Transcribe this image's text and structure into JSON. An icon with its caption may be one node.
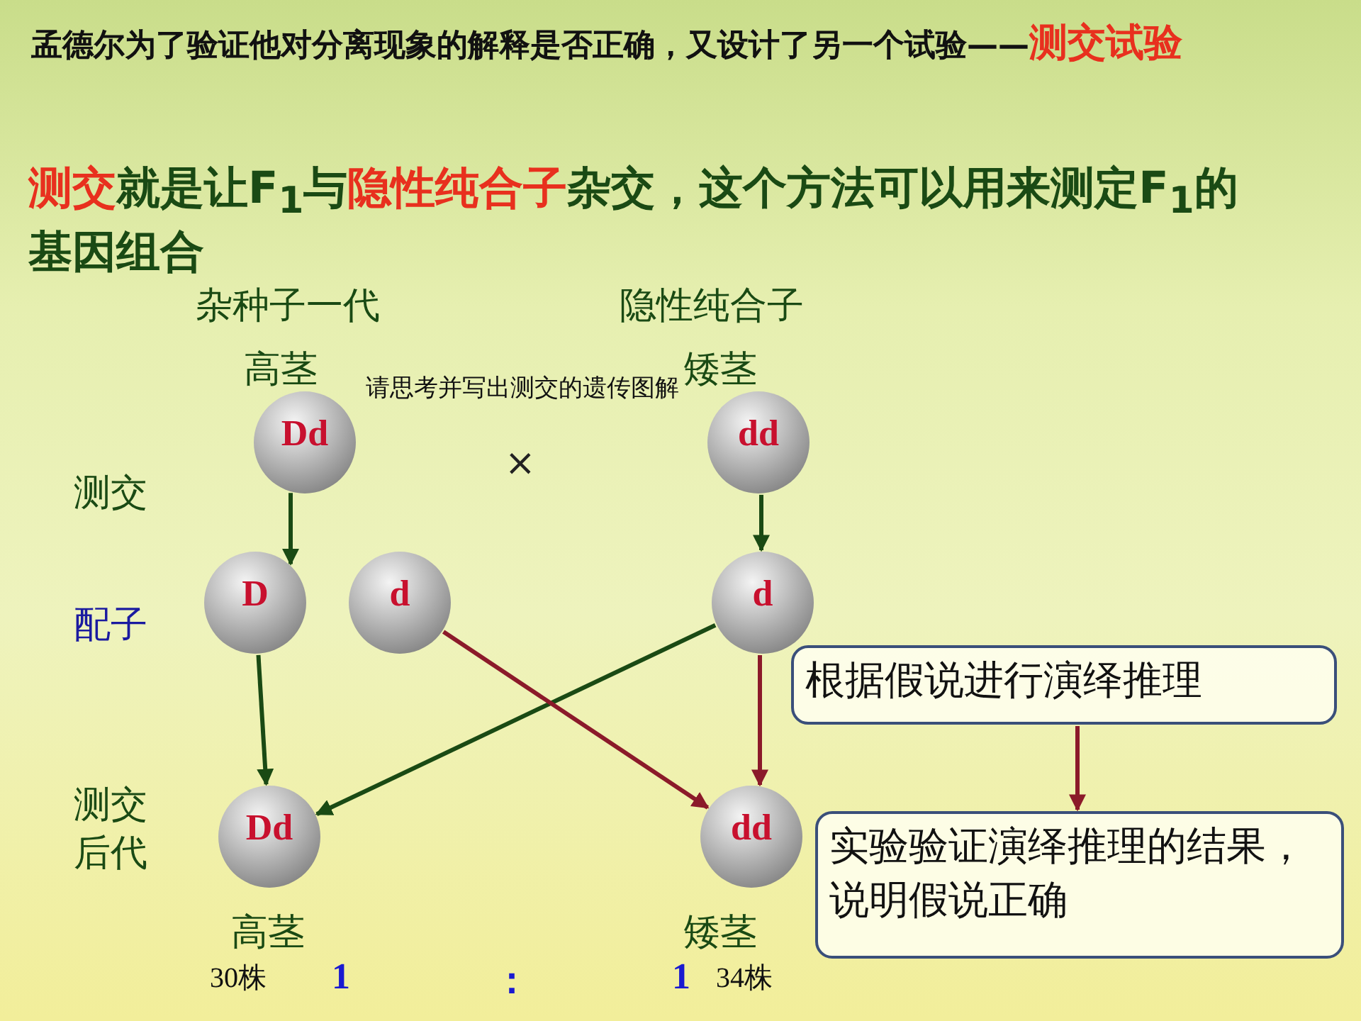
{
  "diagram": {
    "nodes": [
      {
        "text": [
          "Dd"
        ],
        "beside": [
          "杂种子一代",
          "高茎"
        ]
      },
      {
        "text": [
          "dd"
        ],
        "beside": [
          "隐性纯合子",
          "矮茎"
        ]
      },
      {
        "text": [
          "D"
        ]
      },
      {
        "text": [
          "d"
        ]
      },
      {
        "text": [
          "d"
        ]
      },
      {
        "text": [
          "Dd"
        ],
        "beside": [
          "高茎"
        ]
      },
      {
        "text": [
          "dd"
        ],
        "beside": [
          "矮茎"
        ]
      },
      {
        "text": [
          "根据假说进行演绎推理"
        ]
      },
      {
        "text": [
          "实验验证演绎推理的结果，说明假说正确"
        ]
      }
    ],
    "edges": [
      {
        "from": 0,
        "to": 2,
        "arrow": "to"
      },
      {
        "from": 1,
        "to": 4,
        "arrow": "to"
      },
      {
        "from": 2,
        "to": 5,
        "arrow": "to"
      },
      {
        "from": 4,
        "to": 5,
        "arrow": "to"
      },
      {
        "from": 3,
        "to": 6,
        "arrow": "to",
        "color": "#8b1a2a"
      },
      {
        "from": 4,
        "to": 6,
        "arrow": "to",
        "color": "#8b1a2a"
      },
      {
        "from": 7,
        "to": 8,
        "arrow": "to",
        "color": "#8b1a2a"
      }
    ],
    "labels": [
      "孟德尔为了验证他对分离现象的解释是否正确，又设计了另一个试验——",
      "测交试验",
      "测交",
      "就是让F$_{1}$与",
      "隐性纯合子",
      "杂交，这个方法可以用来测定F$_{1}$的基因组合",
      "请思考并写出测交的遗传图解",
      "×",
      "测交",
      "配子",
      "测交后代",
      "30株",
      "1",
      "：",
      "1",
      "34株"
    ]
  }
}
